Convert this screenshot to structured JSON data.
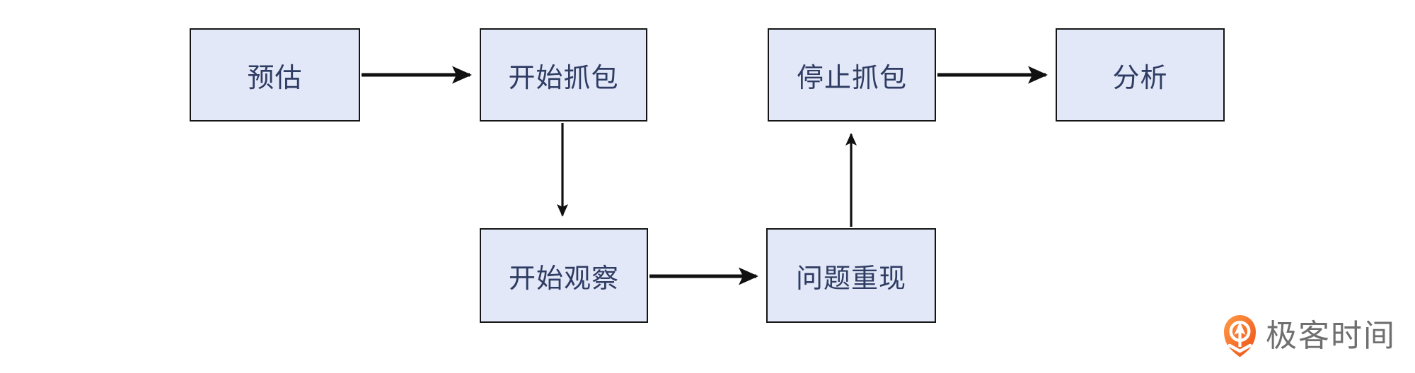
{
  "diagram": {
    "title": "packet-capture troubleshooting flow",
    "nodes": [
      {
        "id": "estimate",
        "label": "预估"
      },
      {
        "id": "start-capture",
        "label": "开始抓包"
      },
      {
        "id": "stop-capture",
        "label": "停止抓包"
      },
      {
        "id": "analyze",
        "label": "分析"
      },
      {
        "id": "start-observe",
        "label": "开始观察"
      },
      {
        "id": "reproduce",
        "label": "问题重现"
      }
    ],
    "edges": [
      {
        "from": "estimate",
        "to": "start-capture",
        "direction": "right"
      },
      {
        "from": "start-capture",
        "to": "start-observe",
        "direction": "down"
      },
      {
        "from": "start-observe",
        "to": "reproduce",
        "direction": "right"
      },
      {
        "from": "reproduce",
        "to": "stop-capture",
        "direction": "up"
      },
      {
        "from": "stop-capture",
        "to": "analyze",
        "direction": "right"
      }
    ],
    "colors": {
      "node_fill": "#E2E8F7",
      "node_border": "#151515",
      "node_text": "#2F3C63",
      "arrow": "#111111",
      "background": "#FFFFFF"
    }
  },
  "branding": {
    "logo_text": "极客时间",
    "logo_text_color": "#6F6F6F",
    "logo_orange_light": "#FF9C45",
    "logo_orange_dark": "#EC4F17"
  }
}
